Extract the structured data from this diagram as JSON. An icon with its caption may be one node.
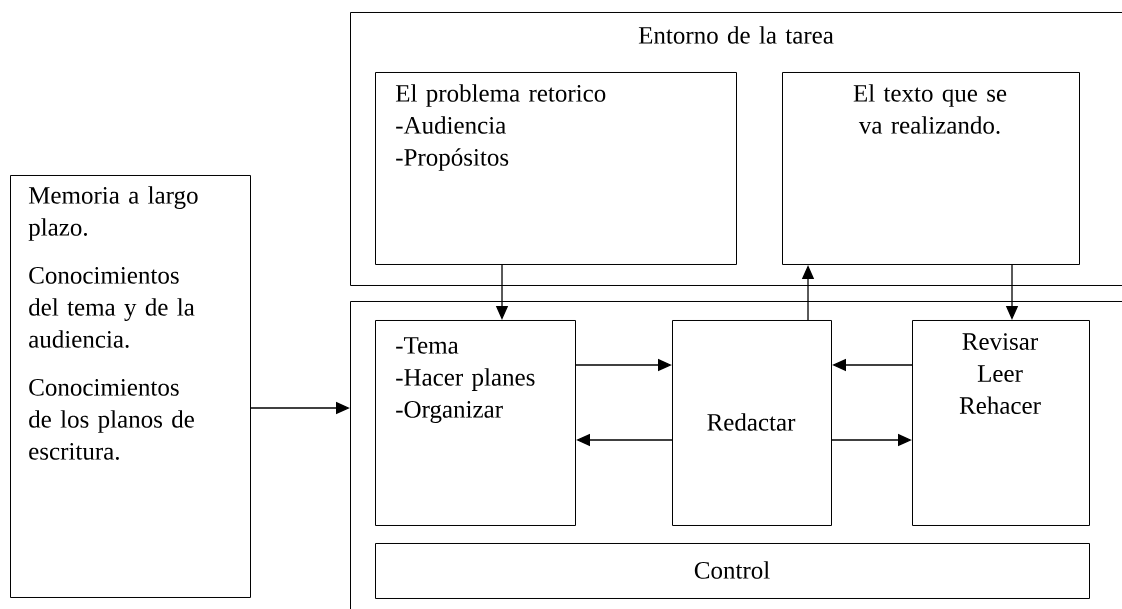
{
  "diagram": {
    "nodes": [
      {
        "text": [
          "Memoria a largo plazo.",
          "Conocimientos del tema y de la audiencia.",
          "Conocimientos de los planos de escritura."
        ]
      },
      {
        "text": [
          "Entorno de la tarea"
        ]
      },
      {
        "text": [
          "El problema retorico",
          "-Audiencia",
          "-Propósitos"
        ],
        "in": 1
      },
      {
        "text": [
          "El texto que se va realizando."
        ],
        "in": 1
      },
      {
        "text": [],
        "shape": "box"
      },
      {
        "text": [
          "-Tema",
          "-Hacer planes",
          "-Organizar"
        ],
        "in": 4
      },
      {
        "text": [
          "Redactar"
        ],
        "in": 4
      },
      {
        "text": [
          "Revisar",
          "Leer",
          "Rehacer"
        ],
        "in": 4
      },
      {
        "text": [
          "Control"
        ],
        "in": 4
      }
    ],
    "edges": [
      {
        "from": 0,
        "to": 4,
        "arrow": "to"
      },
      {
        "from": 2,
        "to": 5,
        "arrow": "to"
      },
      {
        "from": 6,
        "to": 3,
        "arrow": "to"
      },
      {
        "from": 3,
        "to": 7,
        "arrow": "to"
      },
      {
        "from": 5,
        "to": 6,
        "arrow": "to"
      },
      {
        "from": 7,
        "to": 6,
        "arrow": "to"
      },
      {
        "from": 6,
        "to": 5,
        "arrow": "to"
      },
      {
        "from": 6,
        "to": 7,
        "arrow": "to"
      }
    ]
  }
}
